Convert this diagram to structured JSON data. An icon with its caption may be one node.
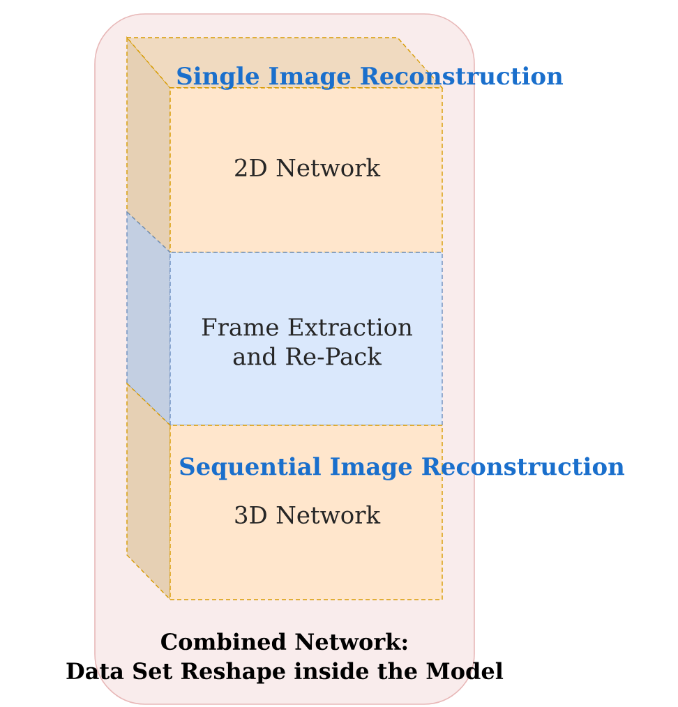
{
  "diagram": {
    "nodes": [
      {
        "text": [
          "Combined Network: Data Set Reshape inside the Model"
        ]
      },
      {
        "text": [
          "Single Image Reconstruction",
          "2D Network"
        ],
        "in": 0
      },
      {
        "text": [
          "Frame Extraction and Re-Pack"
        ],
        "in": 0
      },
      {
        "text": [
          "Sequential Image Reconstruction",
          "3D Network"
        ],
        "in": 0
      }
    ]
  }
}
